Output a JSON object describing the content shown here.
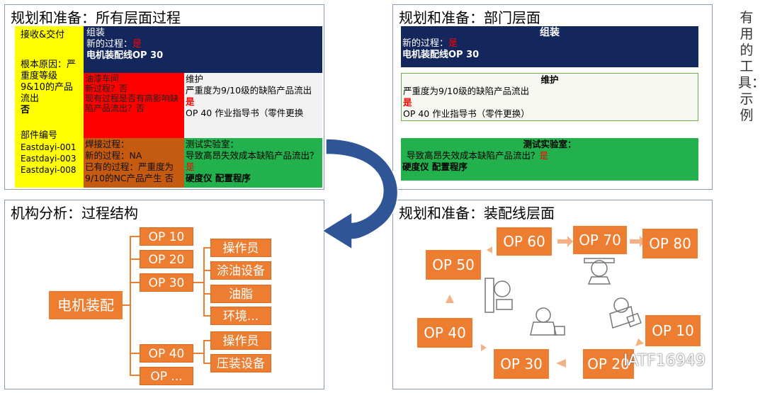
{
  "side_title": "有用的工具：示例",
  "panel1": {
    "title": "规划和准备：所有层面过程",
    "left": {
      "receiving": "接收&交付",
      "root_cause": "根本原因：严重度等级9&10的产品流出",
      "root_no": "否",
      "part_label": "部件编号",
      "parts": [
        "Eastdayi-001",
        "Eastdayi-003",
        "Eastdayi-008"
      ]
    },
    "assembly": {
      "title": "组装",
      "new_label": "新的过程：",
      "new_value": "是",
      "line": "电机装配线OP 30"
    },
    "paint": {
      "title": "油漆车间",
      "new_q": "新过程？否",
      "exist_q": "现有过程是否有高影响缺陷产品流出？否"
    },
    "maintenance": {
      "title": "维护",
      "text": "严重度为9/10级的缺陷产品流出",
      "yes": "是",
      "op": "OP 40 作业指导书（零件更换"
    },
    "welding": {
      "title": "焊接过程：",
      "new_label": "新的过程：NA",
      "exist": "已有的过程：严重度为9/10的NC产品产生 否"
    },
    "lab": {
      "title": "测试实验室：",
      "text": "导致高昂失效成本缺陷产品流出？",
      "yes": "是",
      "bold": "硬度仪 配置程序"
    }
  },
  "panel2": {
    "title": "规划和准备：部门层面",
    "assembly": {
      "title": "组装",
      "new_label": "新的过程：",
      "new_value": "是",
      "line": "电机装配线OP 30"
    },
    "maintenance": {
      "title": "维护",
      "text": "严重度为9/10级的缺陷产品流出",
      "yes": "是",
      "op": "OP 40 作业指导书（零件更换）"
    },
    "lab": {
      "title": "测试实验室：",
      "text": "导致高昂失效成本缺陷产品流出？",
      "yes": "是",
      "bold": "硬度仪 配置程序"
    }
  },
  "panel3": {
    "title": "机构分析：过程结构",
    "root": "电机装配",
    "ops": [
      "OP 10",
      "OP 20",
      "OP 30",
      "OP 40",
      "OP ..."
    ],
    "op30_children": [
      "操作员",
      "涂油设备",
      "油脂",
      "环境..."
    ],
    "op40_children": [
      "操作员",
      "压装设备"
    ]
  },
  "panel4": {
    "title": "规划和准备：装配线层面",
    "ops": [
      "OP 60",
      "OP 70",
      "OP 80",
      "OP 50",
      "OP 10",
      "OP 40",
      "OP 30",
      "OP 20"
    ]
  },
  "watermark": "IATF16949",
  "colors": {
    "navy": "#14275c",
    "orange": "#ed7d31",
    "green": "#22b14c",
    "yellow": "#ffff00",
    "red": "#ff0000",
    "arrow": "#2f5597"
  }
}
